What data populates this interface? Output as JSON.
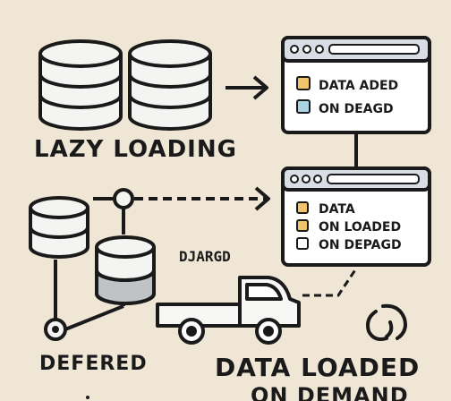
{
  "labels": {
    "lazy_loading": "LAZY LOADING",
    "deferred": "DEFERED",
    "djargd": "DJARGD",
    "data_loaded_line1": "DATA LOADED",
    "data_loaded_line2": "ON DEMAND"
  },
  "windows": {
    "top": {
      "rows": [
        {
          "text": "DATA  ADED",
          "color": "#f2c46c"
        },
        {
          "text": "ON DEAGD",
          "color": "#a9d4e6"
        }
      ]
    },
    "bottom": {
      "rows": [
        {
          "text": "DATA",
          "color": "#f2c46c"
        },
        {
          "text": "ON LOADED",
          "color": "#f2c46c"
        },
        {
          "text": "ON DEPAGD",
          "color": "#ffffff"
        }
      ]
    }
  },
  "colors": {
    "background": "#efe6d6",
    "stroke": "#1a1a1a",
    "db_fill": "#f4f4f2",
    "db_dark": "#bfc3c6"
  },
  "icons": [
    "database-icon",
    "browser-window-icon",
    "truck-icon",
    "refresh-icon",
    "arrow-icon"
  ]
}
